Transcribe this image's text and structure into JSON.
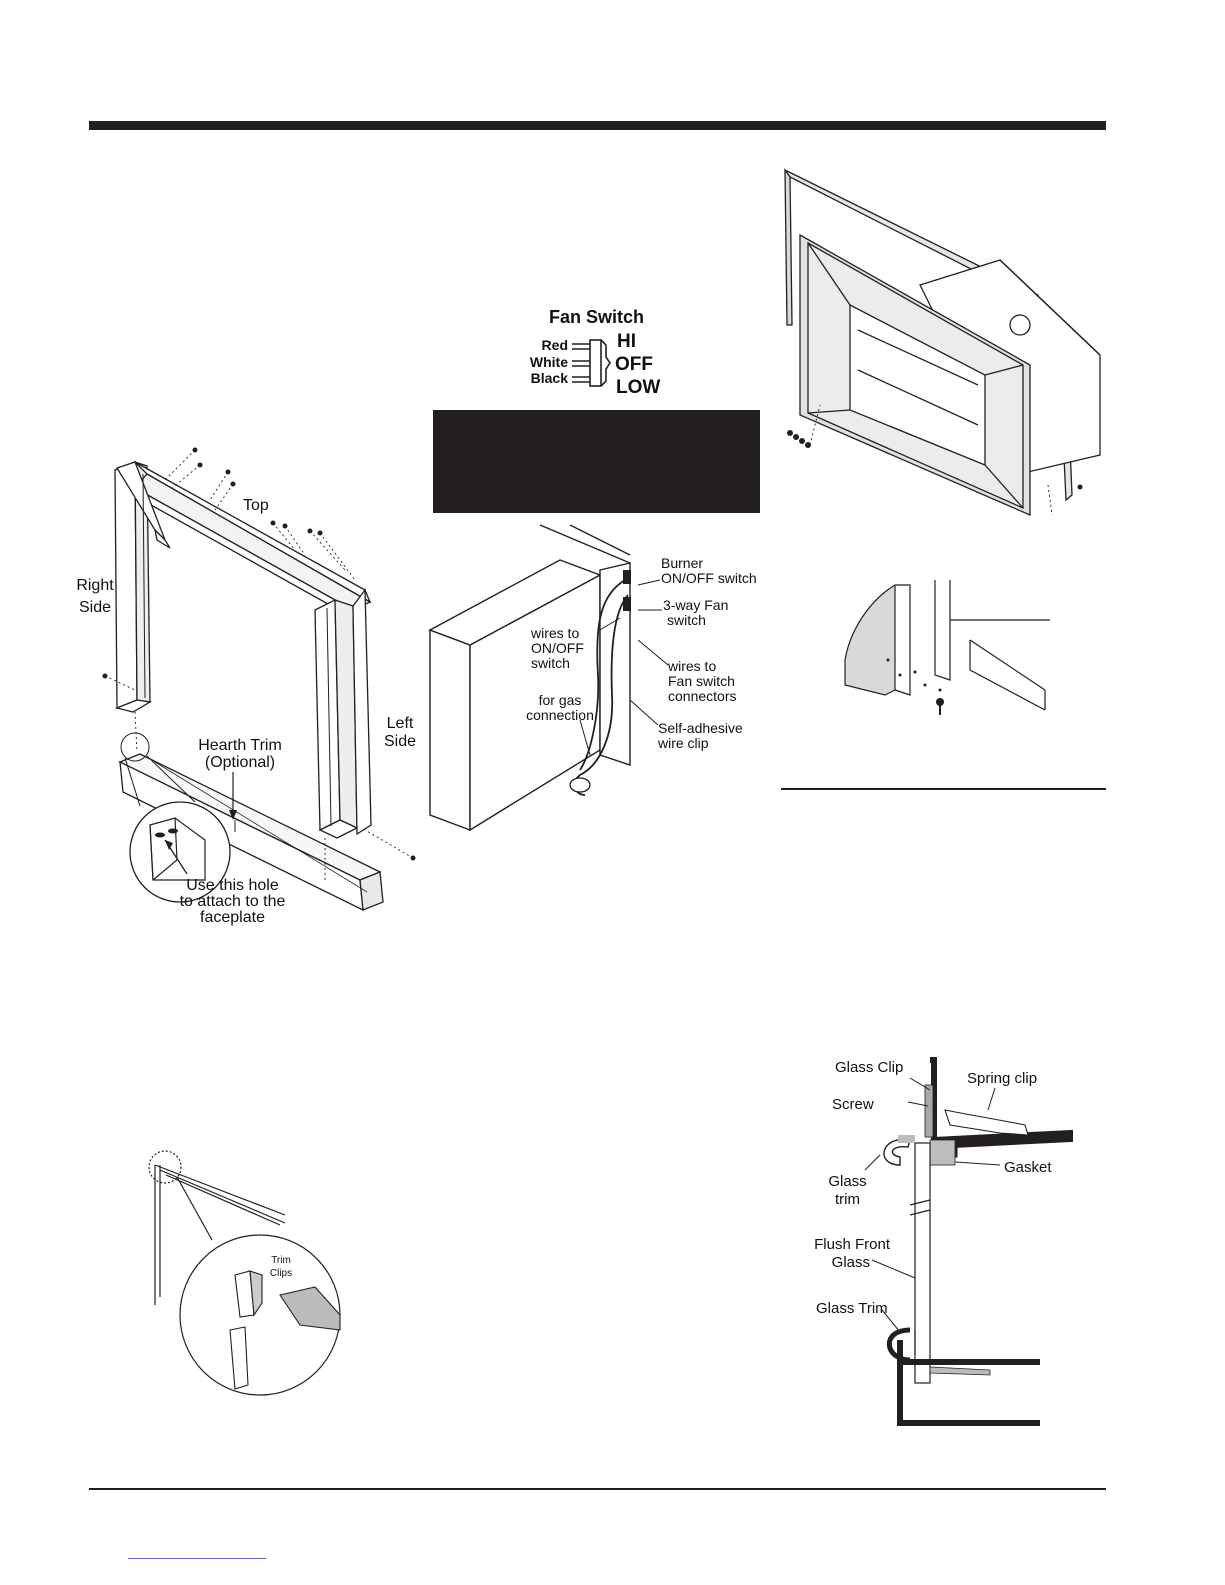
{
  "fan_switch": {
    "title": "Fan Switch",
    "wires": [
      "Red",
      "White",
      "Black"
    ],
    "positions": [
      "HI",
      "OFF",
      "LOW"
    ]
  },
  "faceplate_assembly": {
    "labels": {
      "top": "Top",
      "right_side_1": "Right",
      "right_side_2": "Side",
      "left_side_1": "Left",
      "left_side_2": "Side",
      "hearth_trim_1": "Hearth Trim",
      "hearth_trim_2": "(Optional)",
      "hole_note_1": "Use this hole",
      "hole_note_2": "to attach to the",
      "hole_note_3": "faceplate"
    }
  },
  "wiring": {
    "labels": {
      "burner_1": "Burner",
      "burner_2": "ON/OFF switch",
      "fan3_1": "3-way Fan",
      "fan3_2": "switch",
      "onoff_1": "wires to",
      "onoff_2": "ON/OFF",
      "onoff_3": "switch",
      "fanconn_1": "wires to",
      "fanconn_2": "Fan switch",
      "fanconn_3": "connectors",
      "gas_1": "for gas",
      "gas_2": "connection",
      "clip_1": "Self-adhesive",
      "clip_2": "wire clip"
    }
  },
  "trim_clips": {
    "label_1": "Trim",
    "label_2": "Clips"
  },
  "glass_section": {
    "labels": {
      "glass_clip": "Glass Clip",
      "spring_clip": "Spring clip",
      "screw": "Screw",
      "gasket": "Gasket",
      "glass_trim_top_1": "Glass",
      "glass_trim_top_2": "trim",
      "flush_front_1": "Flush Front",
      "flush_front_2": "Glass",
      "glass_trim_bottom": "Glass Trim"
    }
  },
  "colors": {
    "ink": "#231f20",
    "panel_gray": "#d9d9d9",
    "gasket_gray": "#bdbdbd"
  }
}
